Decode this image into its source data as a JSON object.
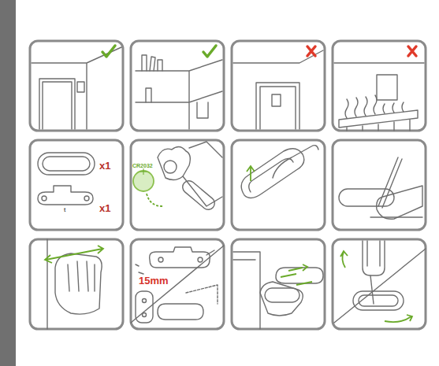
{
  "diagram": {
    "labels": [
      "x1",
      "x1",
      "t",
      "CR2032",
      "15mm"
    ]
  }
}
